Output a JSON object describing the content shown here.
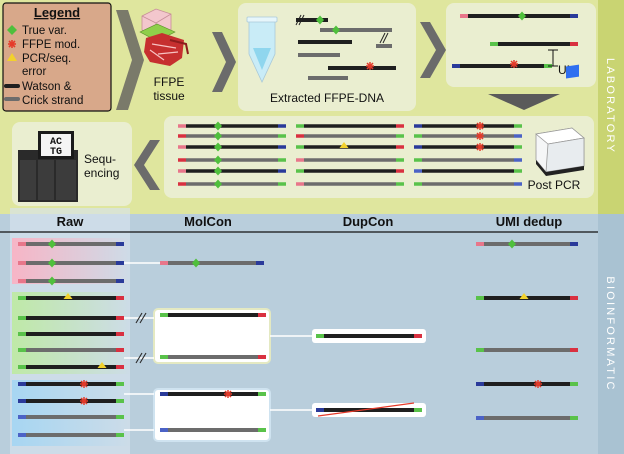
{
  "legend": {
    "title": "Legend",
    "true_var": "True var.",
    "ffpe_mod": "FFPE mod.",
    "pcr_error_1": "PCR/seq.",
    "pcr_error_2": "error",
    "strand_1": "Watson &",
    "strand_2": "Crick strand"
  },
  "lab": {
    "side_label": "LABORATORY",
    "ffpe_tissue_1": "FFPE",
    "ffpe_tissue_2": "tissue",
    "extracted": "Extracted FFPE-DNA",
    "umi": "UMI",
    "post_pcr": "Post PCR",
    "sequencing_1": "Sequ-",
    "sequencing_2": "encing",
    "sequencer_screen_1": "AC",
    "sequencer_screen_2": "TG"
  },
  "bio": {
    "side_label": "BIOINFORMATIC",
    "columns": [
      "Raw",
      "MolCon",
      "DupCon",
      "UMI dedup"
    ]
  },
  "colors": {
    "top_bg": "#dfe69e",
    "side_band": "#c9d472",
    "bottom_bg": "#b9cedc",
    "panel": "#eef0e0",
    "true_var": "#4fbf3c",
    "ffpe_mod": "#e53a2a",
    "pcr_error": "#f2d12c",
    "strand_watson": "#1f1f1f",
    "strand_crick": "#6c6c6c",
    "umi_pink": "#e8768a",
    "umi_green": "#59c24a",
    "umi_blue": "#4b62c6",
    "umi_darkblue": "#2a3a9a",
    "umi_red": "#d93040"
  }
}
